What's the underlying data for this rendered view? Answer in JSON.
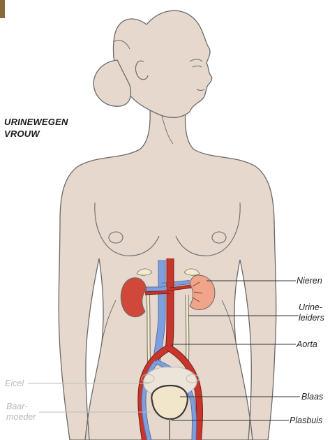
{
  "title": {
    "line1": "URINEWEGEN",
    "line2": "VROUW"
  },
  "labels": {
    "kidneys": "Nieren",
    "ureters_line1": "Urine-",
    "ureters_line2": "leiders",
    "aorta": "Aorta",
    "egg_cell": "Eicel",
    "uterus_line1": "Baar-",
    "uterus_line2": "moeder",
    "bladder": "Blaas",
    "urethra": "Plasbuis"
  },
  "colors": {
    "skin": "#e6d8cc",
    "outline": "#6f6f6f",
    "kidney_left": "#d0483a",
    "kidney_right": "#f0a48a",
    "artery": "#c8352c",
    "vein": "#7d9fe0",
    "ureter": "#f3ecc9",
    "leader": "#333333"
  }
}
